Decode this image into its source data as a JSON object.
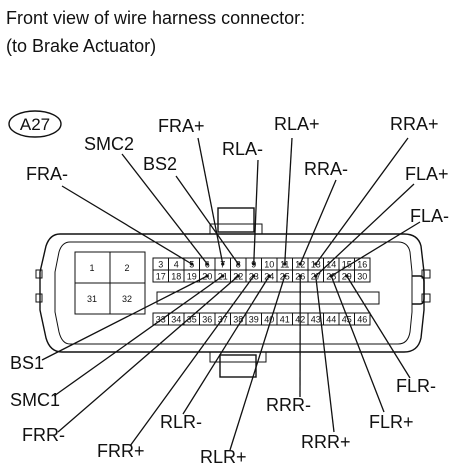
{
  "caption": {
    "line1": "Front view of wire harness connector:",
    "line2": "(to Brake Actuator)"
  },
  "connector_id": "A27",
  "large_pins": [
    "1",
    "2",
    "31",
    "32"
  ],
  "pin_rows": {
    "top": [
      "3",
      "4",
      "5",
      "6",
      "7",
      "8",
      "9",
      "10",
      "11",
      "12",
      "13",
      "14",
      "15",
      "16"
    ],
    "mid": [
      "17",
      "18",
      "19",
      "20",
      "21",
      "22",
      "23",
      "24",
      "25",
      "26",
      "27",
      "28",
      "29",
      "30"
    ],
    "bottom": [
      "33",
      "34",
      "35",
      "36",
      "37",
      "38",
      "39",
      "40",
      "41",
      "42",
      "43",
      "44",
      "45",
      "46"
    ]
  },
  "labels": [
    {
      "text": "SMC2",
      "pin": "6"
    },
    {
      "text": "FRA+",
      "pin": "7"
    },
    {
      "text": "RLA+",
      "pin": "11"
    },
    {
      "text": "RRA+",
      "pin": "13"
    },
    {
      "text": "FRA-",
      "pin": "5"
    },
    {
      "text": "BS2",
      "pin": "8"
    },
    {
      "text": "RLA-",
      "pin": "9"
    },
    {
      "text": "RRA-",
      "pin": "12"
    },
    {
      "text": "FLA+",
      "pin": "27"
    },
    {
      "text": "FLA-",
      "pin": "28"
    },
    {
      "text": "BS1",
      "pin": "20"
    },
    {
      "text": "SMC1",
      "pin": "21"
    },
    {
      "text": "FRR-",
      "pin": "22"
    },
    {
      "text": "FRR+",
      "pin": "23"
    },
    {
      "text": "RLR-",
      "pin": "24"
    },
    {
      "text": "RLR+",
      "pin": "25"
    },
    {
      "text": "RRR-",
      "pin": "26"
    },
    {
      "text": "RRR+",
      "pin": "27"
    },
    {
      "text": "FLR+",
      "pin": "28"
    },
    {
      "text": "FLR-",
      "pin": "29"
    }
  ]
}
